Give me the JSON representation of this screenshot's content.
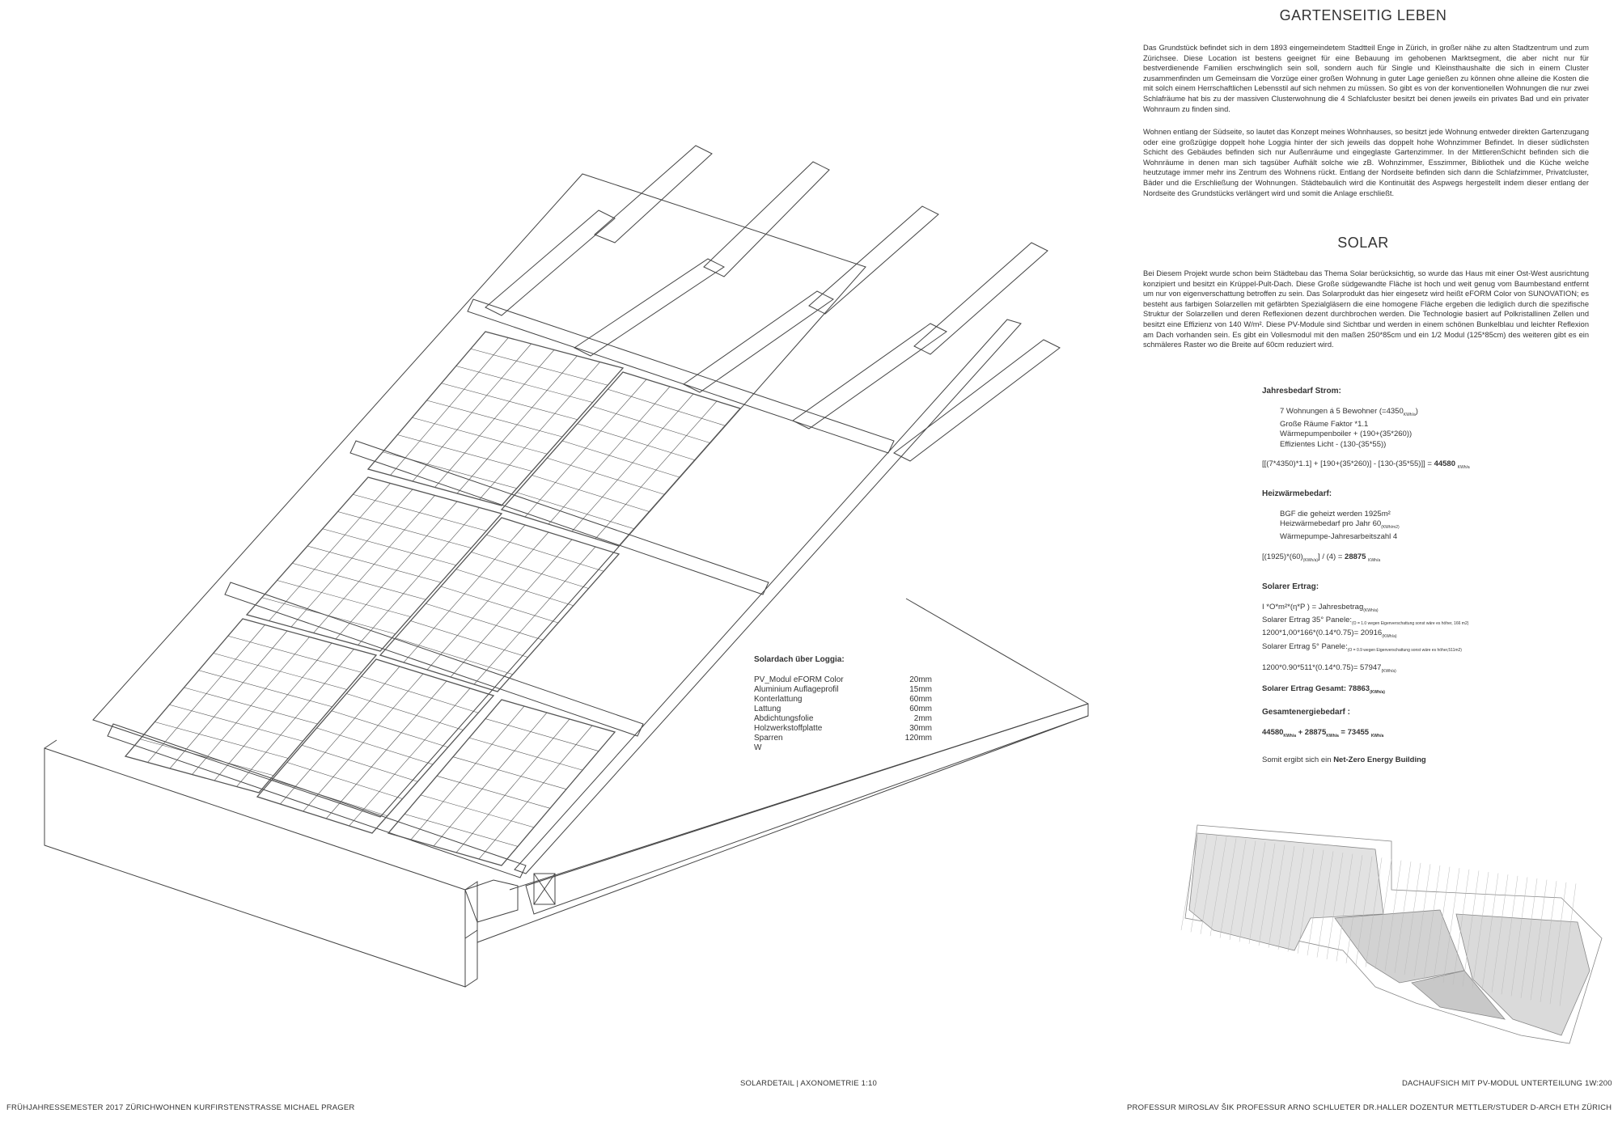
{
  "title_garden": "GARTENSEITIG LEBEN",
  "garden_paragraphs": [
    "Das Grundstück befindet sich in dem 1893 eingemeindetem Stadtteil Enge in Zürich, in großer nähe zu alten Stadtzentrum und zum Zürichsee. Diese Location ist bestens geeignet für eine Bebauung im gehobenen Marktsegment, die aber nicht nur für bestverdienende Familien erschwinglich sein soll, sondern auch für Single und Kleinsthaushalte die sich in einem Cluster zusammenfinden um Gemeinsam die Vorzüge einer großen Wohnung in guter Lage genießen zu können ohne alleine die Kosten die mit solch einem Herrschaftlichen Lebensstil auf sich nehmen zu müssen. So gibt es von der konventionellen Wohnungen die nur zwei Schlafräume hat bis zu der massiven Clusterwohnung die 4 Schlafcluster besitzt bei denen jeweils ein privates Bad und ein privater Wohnraum zu finden sind.",
    "Wohnen entlang der Südseite, so lautet das Konzept meines Wohnhauses, so besitzt jede Wohnung entweder direkten Gartenzugang oder eine großzügige doppelt hohe Loggia hinter der sich jeweils das doppelt hohe Wohnzimmer Befindet. In dieser südlichsten Schicht des Gebäudes befinden sich nur Außenräume und eingeglaste Gartenzimmer. In der MittlerenSchicht befinden sich die Wohnräume in denen man sich tagsüber Aufhält solche wie zB. Wohnzimmer, Esszimmer, Bibliothek und die Küche welche heutzutage immer mehr ins Zentrum des Wohnens rückt. Entlang der Nordseite befinden sich dann die Schlafzimmer, Privatcluster, Bäder und die Erschließung der Wohnungen. Städtebaulich wird die Kontinuität des Aspwegs hergestellt indem dieser entlang der Nordseite des Grundstücks verlängert wird und somit die Anlage erschließt."
  ],
  "title_solar": "SOLAR",
  "solar_paragraph": "Bei Diesem Projekt wurde schon beim Städtebau das Thema Solar berücksichtig, so wurde das Haus mit einer Ost-West ausrichtung konzipiert und besitzt ein Krüppel-Pult-Dach. Diese Große südgewandte Fläche ist hoch und weit genug vom Baumbestand entfernt um nur von eigenverschattung betroffen zu sein. Das Solarprodukt das hier eingesetz wird heißt eFORM Color von SUNOVATION; es besteht aus farbigen Solarzellen mit gefärbten Spezialgläsern die eine homogene Fläche ergeben die lediglich durch die spezifische Struktur der Solarzellen und deren Reflexionen dezent durchbrochen werden. Die Technologie basiert auf Polkristallinen Zellen und besitzt eine Effizienz von 140 W/m². Diese PV-Module sind Sichtbar und werden in einem schönen Bunkelblau und leichter Reflexion am Dach vorhanden sein. Es gibt ein Vollesmodul mit den maßen 250*85cm und ein 1/2 Modul (125*85cm) des weiteren gibt es ein schmäleres Raster wo die Breite auf 60cm reduziert wird.",
  "calc": {
    "strom_title": "Jahresbedarf Strom:",
    "strom_lines": [
      "7 Wohnungen á 5 Bewohner (=4350",
      "Große Räume Faktor *1.1",
      "Wärmepumpenboiler + (190+(35*260))",
      "Effizientes Licht - (130-(35*55))"
    ],
    "strom_unit_a": "KWh/a",
    "strom_close": ")",
    "strom_eq": "[[(7*4350)*1.1] + [190+(35*260)] - [130-(35*55)]] = ",
    "strom_result": "44580",
    "strom_unit": "KWh/a",
    "heiz_title": "Heizwärmebedarf:",
    "heiz_lines": [
      "BGF die geheizt werden 1925m²",
      "Heizwärmebedarf pro Jahr 60",
      "Wärmepumpe-Jahresarbeitszahl 4"
    ],
    "heiz_sub": "(KWh/m2)",
    "heiz_eq_a": "[(1925)*(60)",
    "heiz_eq_sub": "(KWh/a)",
    "heiz_eq_b": "] / (4) = ",
    "heiz_result": "28875",
    "heiz_unit": "KWh/a",
    "solar_title": "Solarer Ertrag:",
    "solar_l1": "I *O*m²*(η*P ) = Jahresbetrag",
    "solar_l1_sub": "(KWh/a)",
    "solar_l2": "Solarer Ertrag 35° Panele:",
    "solar_l2_sub": "(O = 1.0 wegen Eigenverschattung sonst wäre es höher, 166 m2)",
    "solar_l3": "1200*1,00*166*(0.14*0.75)= 20916",
    "solar_l3_sub": "(KWh/a)",
    "solar_l4": "Solarer Ertrag 5° Panele:",
    "solar_l4_sub": "(O = 0.9 wegen Eigenverschattung sonst wäre es höher,511m2)",
    "solar_l5": "1200*0.90*511*(0.14*0.75)= 57947",
    "solar_l5_sub": "(KWh/a)",
    "solar_total": "Solarer Ertrag Gesamt: 78863",
    "solar_total_sub": "(KWh/a)",
    "gesamt_title": "Gesamtenergiebedarf :",
    "gesamt_a": "44580",
    "gesamt_b": " + 28875",
    "gesamt_c": " = 73455",
    "gesamt_unit": "KWh/a",
    "net_prefix": "Somit ergibt sich ein ",
    "net_bold": "Net-Zero Energy Building"
  },
  "loggia": {
    "title": "Solardach über Loggia:",
    "rows": [
      {
        "name": "PV_Modul eFORM Color",
        "value": "20mm"
      },
      {
        "name": "Aluminium Auflageprofil",
        "value": "15mm"
      },
      {
        "name": "Konterlattung",
        "value": "60mm"
      },
      {
        "name": "Lattung",
        "value": "60mm"
      },
      {
        "name": "Abdichtungsfolie",
        "value": "2mm"
      },
      {
        "name": "Holzwerkstoffplatte",
        "value": "30mm"
      },
      {
        "name": "Sparren",
        "value": "120mm"
      },
      {
        "name": "W",
        "value": ""
      }
    ]
  },
  "caption_axo": "SOLARDETAIL | AXONOMETRIE 1:10",
  "caption_roof": "DACHAUFSICH MIT PV-MODUL UNTERTEILUNG 1W:200",
  "footer_left": "FRÜHJAHRESSEMESTER 2017 ZÜRICHWOHNEN KURFIRSTENSTRASSE  MICHAEL PRAGER",
  "footer_right": "PROFESSUR MIROSLAV ŠIK  PROFESSUR ARNO SCHLUETER  DR.HALLER  DOZENTUR METTLER/STUDER  D-ARCH  ETH ZÜRICH",
  "colors": {
    "line": "#444444",
    "text": "#333333",
    "roof_fill": "#d8d8d8"
  }
}
